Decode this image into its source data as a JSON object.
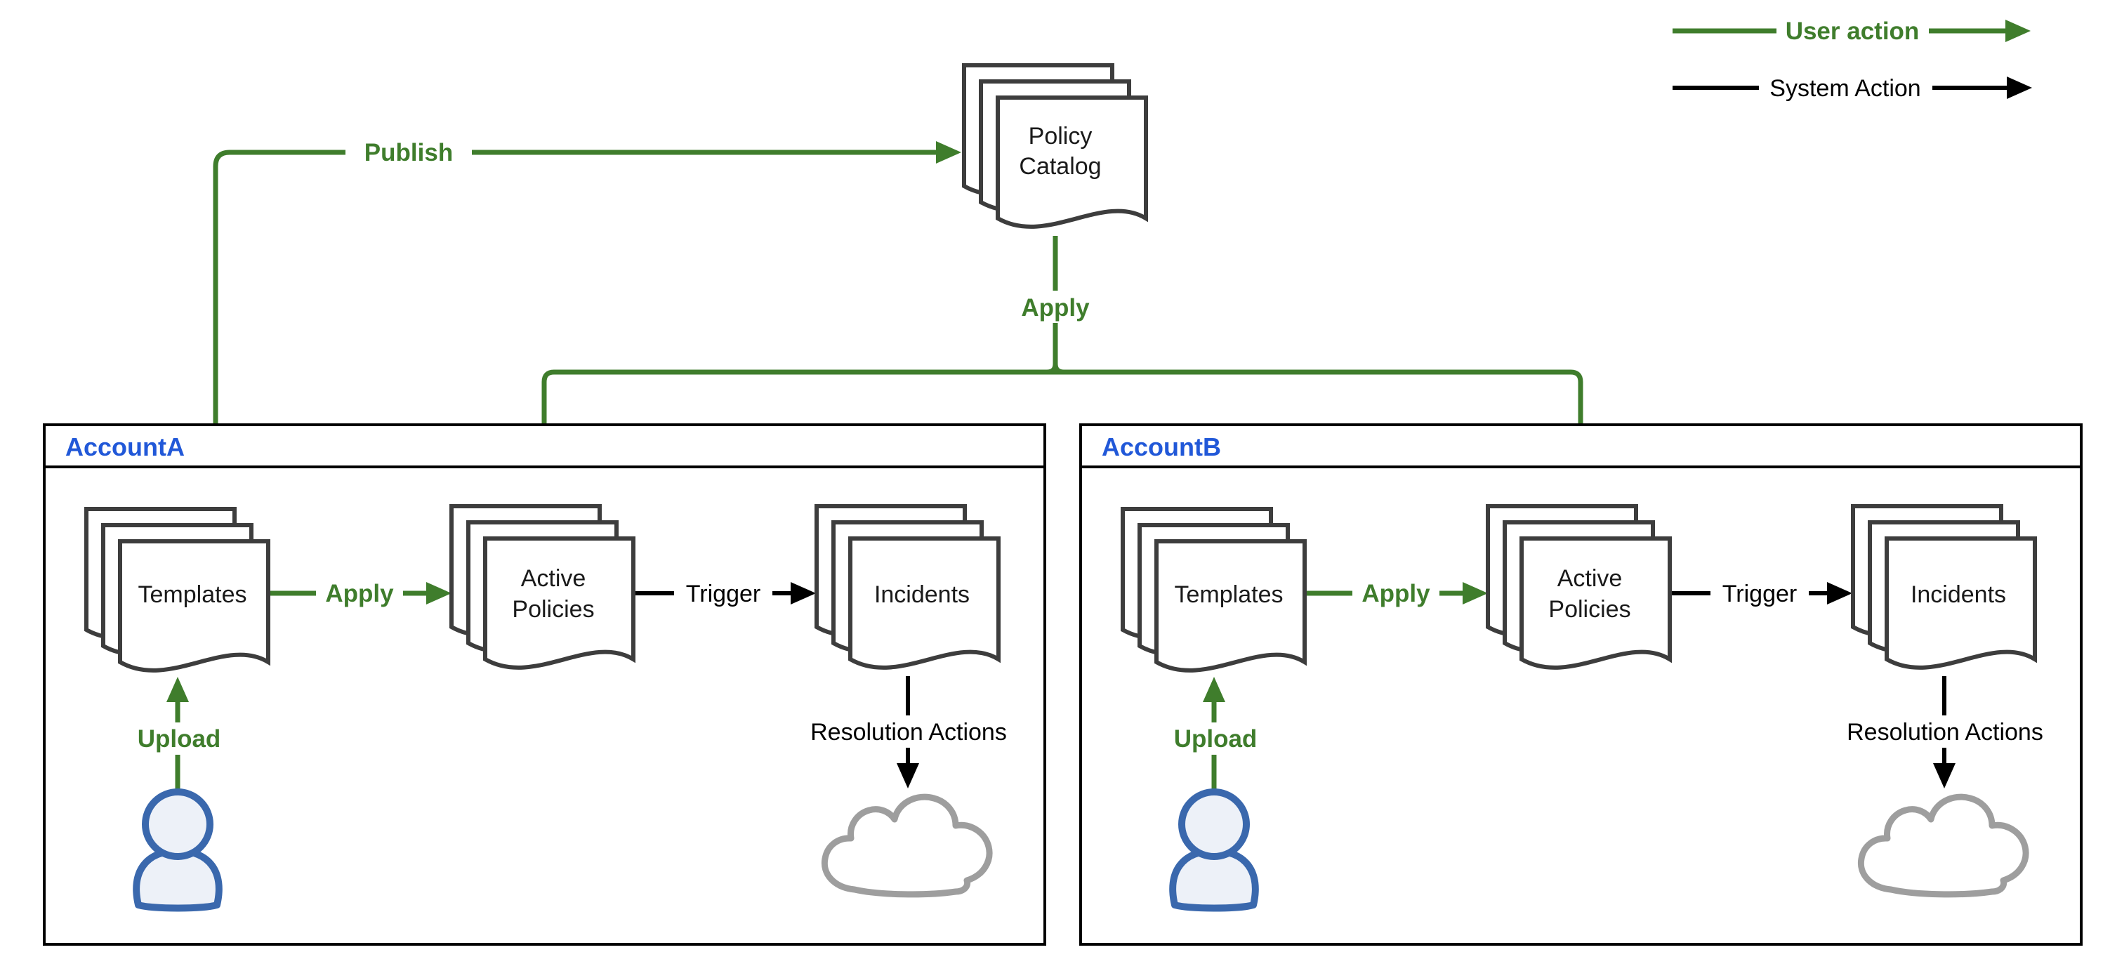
{
  "legend": {
    "user_action_label": "User action",
    "system_action_label": "System Action"
  },
  "catalog": {
    "label_line1": "Policy",
    "label_line2": "Catalog"
  },
  "edges": {
    "publish_label": "Publish",
    "apply_catalog_label": "Apply"
  },
  "accounts": [
    {
      "title": "AccountA",
      "templates_label": "Templates",
      "apply_label": "Apply",
      "active_policies_line1": "Active",
      "active_policies_line2": "Policies",
      "trigger_label": "Trigger",
      "incidents_label": "Incidents",
      "resolution_label": "Resolution Actions",
      "upload_label": "Upload"
    },
    {
      "title": "AccountB",
      "templates_label": "Templates",
      "apply_label": "Apply",
      "active_policies_line1": "Active",
      "active_policies_line2": "Policies",
      "trigger_label": "Trigger",
      "incidents_label": "Incidents",
      "resolution_label": "Resolution Actions",
      "upload_label": "Upload"
    }
  ],
  "colors": {
    "green": "#3F7D2C",
    "black": "#000000",
    "blue_title": "#2158D8",
    "doc_border": "#3D3D3D",
    "person_blue": "#3A68AD",
    "person_fill": "#EDF1F8",
    "cloud_gray": "#9E9E9E"
  }
}
